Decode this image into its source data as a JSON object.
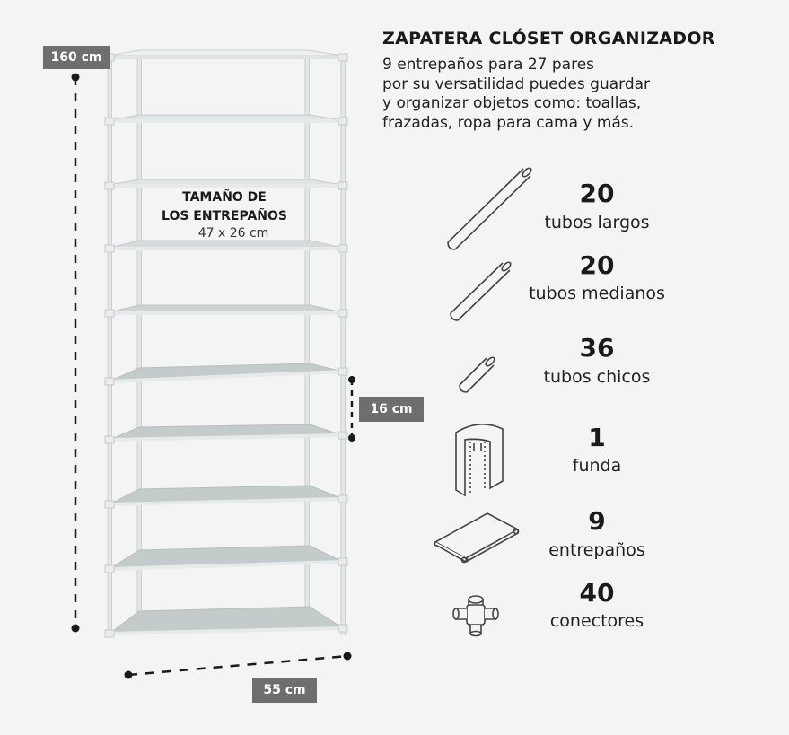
{
  "product": {
    "title": "ZAPATERA CLÓSET ORGANIZADOR",
    "description_lines": [
      "9 entrepaños para 27 pares",
      "por su versatilidad puedes guardar",
      "y organizar objetos como: toallas,",
      "frazadas, ropa para cama y más."
    ]
  },
  "dimensions": {
    "height": "160 cm",
    "shelf_gap": "16 cm",
    "width": "55 cm"
  },
  "shelf_size": {
    "title_line1": "TAMAÑO DE",
    "title_line2": "LOS ENTREPAÑOS",
    "value": "47 x 26 cm"
  },
  "parts": [
    {
      "count": "20",
      "name": "tubos largos",
      "icon": "long-tube-icon"
    },
    {
      "count": "20",
      "name": "tubos medianos",
      "icon": "medium-tube-icon"
    },
    {
      "count": "36",
      "name": "tubos chicos",
      "icon": "short-tube-icon"
    },
    {
      "count": "1",
      "name": "funda",
      "icon": "cover-icon"
    },
    {
      "count": "9",
      "name": "entrepaños",
      "icon": "shelf-icon"
    },
    {
      "count": "40",
      "name": "conectores",
      "icon": "connector-icon"
    }
  ],
  "colors": {
    "background": "#f4f4f4",
    "frame": "#dfe4e4",
    "shelf_fabric": "#c3cbcb",
    "label_bg": "#6e6e6e",
    "dimension_line": "#1a1a1a"
  }
}
